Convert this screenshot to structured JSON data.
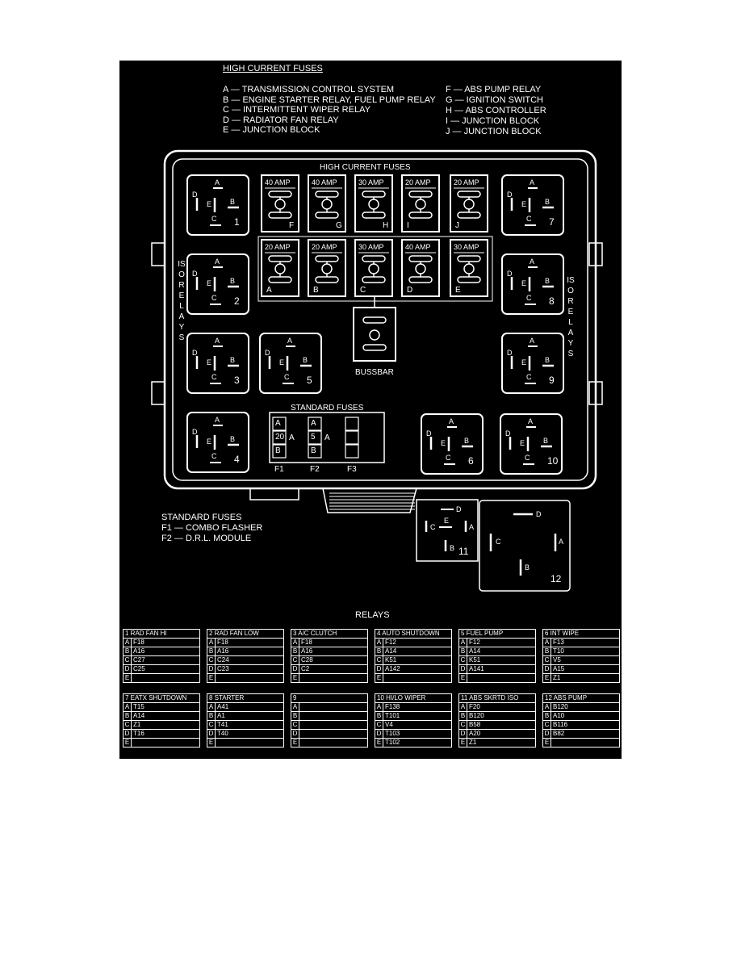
{
  "high_current_legend": {
    "title": "HIGH CURRENT FUSES",
    "left": [
      "A — TRANSMISSION CONTROL SYSTEM",
      "B — ENGINE STARTER RELAY, FUEL PUMP RELAY",
      "C — INTERMITTENT WIPER RELAY",
      "D — RADIATOR FAN RELAY",
      "E — JUNCTION BLOCK"
    ],
    "right": [
      "F — ABS PUMP RELAY",
      "G — IGNITION SWITCH",
      "H — ABS CONTROLLER",
      "I — JUNCTION BLOCK",
      "J — JUNCTION BLOCK"
    ]
  },
  "box": {
    "title": "HIGH CURRENT FUSES",
    "iso_relays_label": "ISO RELAYS",
    "bussbar_label": "BUSSBAR",
    "top_fuses": [
      {
        "amp": "40 AMP",
        "letter": "F"
      },
      {
        "amp": "40 AMP",
        "letter": "G"
      },
      {
        "amp": "30 AMP",
        "letter": "H"
      },
      {
        "amp": "20 AMP",
        "letter": "I"
      },
      {
        "amp": "20 AMP",
        "letter": "J"
      }
    ],
    "bottom_fuses": [
      {
        "amp": "20 AMP",
        "letter": "A"
      },
      {
        "amp": "20 AMP",
        "letter": "B"
      },
      {
        "amp": "30 AMP",
        "letter": "C"
      },
      {
        "amp": "40 AMP",
        "letter": "D"
      },
      {
        "amp": "30 AMP",
        "letter": "E"
      }
    ],
    "relay_numbers": [
      "1",
      "2",
      "3",
      "4",
      "5",
      "6",
      "7",
      "8",
      "9",
      "10",
      "11",
      "12"
    ],
    "pin_letters": [
      "A",
      "B",
      "C",
      "D",
      "E"
    ],
    "standard_fuses": {
      "title": "STANDARD FUSES",
      "f1": {
        "cells": [
          "A",
          "20",
          "B"
        ],
        "unit": "A",
        "label": "F1"
      },
      "f2": {
        "cells": [
          "A",
          "5",
          "B"
        ],
        "unit": "A",
        "label": "F2"
      },
      "f3": {
        "label": "F3"
      }
    }
  },
  "standard_legend": {
    "title": "STANDARD FUSES",
    "items": [
      "F1 — COMBO FLASHER",
      "F2 — D.R.L. MODULE"
    ]
  },
  "relays_title": "RELAYS",
  "relay_tables": [
    {
      "header": "1  RAD FAN HI",
      "rows": [
        [
          "A",
          "F18"
        ],
        [
          "B",
          "A16"
        ],
        [
          "C",
          "C27"
        ],
        [
          "D",
          "C25"
        ],
        [
          "E",
          ""
        ]
      ]
    },
    {
      "header": "2  RAD FAN LOW",
      "rows": [
        [
          "A",
          "F18"
        ],
        [
          "B",
          "A16"
        ],
        [
          "C",
          "C24"
        ],
        [
          "D",
          "C23"
        ],
        [
          "E",
          ""
        ]
      ]
    },
    {
      "header": "3  A/C CLUTCH",
      "rows": [
        [
          "A",
          "F18"
        ],
        [
          "B",
          "A16"
        ],
        [
          "C",
          "C28"
        ],
        [
          "D",
          "C2"
        ],
        [
          "E",
          ""
        ]
      ]
    },
    {
      "header": "4  AUTO SHUTDOWN",
      "rows": [
        [
          "A",
          "F12"
        ],
        [
          "B",
          "A14"
        ],
        [
          "C",
          "K51"
        ],
        [
          "D",
          "A142"
        ],
        [
          "E",
          ""
        ]
      ]
    },
    {
      "header": "5  FUEL PUMP",
      "rows": [
        [
          "A",
          "F12"
        ],
        [
          "B",
          "A14"
        ],
        [
          "C",
          "K51"
        ],
        [
          "D",
          "A141"
        ],
        [
          "E",
          ""
        ]
      ]
    },
    {
      "header": "6  INT WIPE",
      "rows": [
        [
          "A",
          "F13"
        ],
        [
          "B",
          "T10"
        ],
        [
          "C",
          "V5"
        ],
        [
          "D",
          "A15"
        ],
        [
          "E",
          "Z1"
        ]
      ]
    },
    {
      "header": "7  EATX SHUTDOWN",
      "rows": [
        [
          "A",
          "T15"
        ],
        [
          "B",
          "A14"
        ],
        [
          "C",
          "Z1"
        ],
        [
          "D",
          "T16"
        ],
        [
          "E",
          ""
        ]
      ]
    },
    {
      "header": "8  STARTER",
      "rows": [
        [
          "A",
          "A41"
        ],
        [
          "B",
          "A1"
        ],
        [
          "C",
          "T41"
        ],
        [
          "D",
          "T40"
        ],
        [
          "E",
          ""
        ]
      ]
    },
    {
      "header": "9",
      "rows": [
        [
          "A",
          ""
        ],
        [
          "B",
          ""
        ],
        [
          "C",
          ""
        ],
        [
          "D",
          ""
        ],
        [
          "E",
          ""
        ]
      ]
    },
    {
      "header": "10  HI/LO WIPER",
      "rows": [
        [
          "A",
          "F138"
        ],
        [
          "B",
          "T101"
        ],
        [
          "C",
          "V4"
        ],
        [
          "D",
          "T103"
        ],
        [
          "E",
          "T102"
        ]
      ]
    },
    {
      "header": "11  ABS SKRTD ISO",
      "rows": [
        [
          "A",
          "F20"
        ],
        [
          "B",
          "B120"
        ],
        [
          "C",
          "B58"
        ],
        [
          "D",
          "A20"
        ],
        [
          "E",
          "Z1"
        ]
      ]
    },
    {
      "header": "12  ABS PUMP",
      "rows": [
        [
          "A",
          "B120"
        ],
        [
          "B",
          "A10"
        ],
        [
          "C",
          "B116"
        ],
        [
          "D",
          "B82"
        ],
        [
          "E",
          ""
        ]
      ]
    }
  ]
}
